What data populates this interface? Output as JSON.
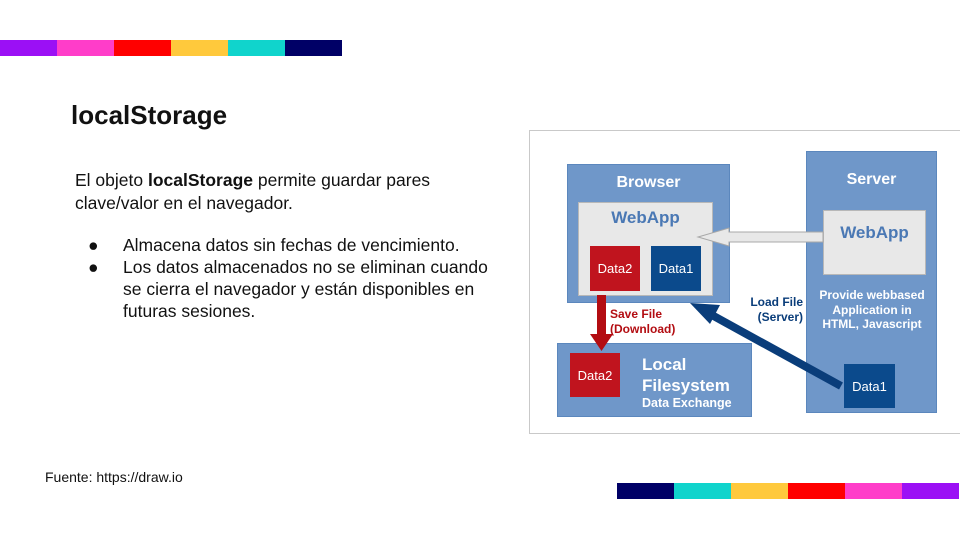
{
  "title": "localStorage",
  "intro": {
    "prefix": "El objeto ",
    "bold": "localStorage",
    "suffix": " permite guardar pares clave/valor en el navegador."
  },
  "bullets": [
    {
      "marker": "●",
      "text": "Almacena datos sin fechas de vencimiento."
    },
    {
      "marker": "●",
      "text": "Los datos almacenados no se eliminan cuando se cierra el navegador y están disponibles en futuras sesiones."
    }
  ],
  "source": "Fuente: https://draw.io",
  "diagram": {
    "browser": {
      "title": "Browser",
      "webapp": "WebApp",
      "data2": "Data2",
      "data1": "Data1"
    },
    "server": {
      "title": "Server",
      "webapp": "WebApp",
      "description": "Provide webbased Application in HTML, Javascript",
      "data1": "Data1"
    },
    "filesystem": {
      "title": "Local Filesystem",
      "subtitle": "Data Exchange",
      "data2": "Data2"
    },
    "save_file": "Save File (Download)",
    "load_file": "Load File (Server)"
  },
  "colors": {
    "stripe": [
      "#9b10f5",
      "#ff3dc9",
      "#ff0000",
      "#ffc93c",
      "#10d4cc",
      "#000066"
    ],
    "panel_blue": "#6f97c9",
    "panel_border": "#5b87bd",
    "webapp_bg": "#e8e8e8",
    "data_red": "#c0141e",
    "data_blue": "#0b4a8c",
    "arrow_red": "#b30d12",
    "arrow_blue": "#0a3d7a"
  },
  "icons": {
    "bullet": "bullet-dot-icon"
  }
}
